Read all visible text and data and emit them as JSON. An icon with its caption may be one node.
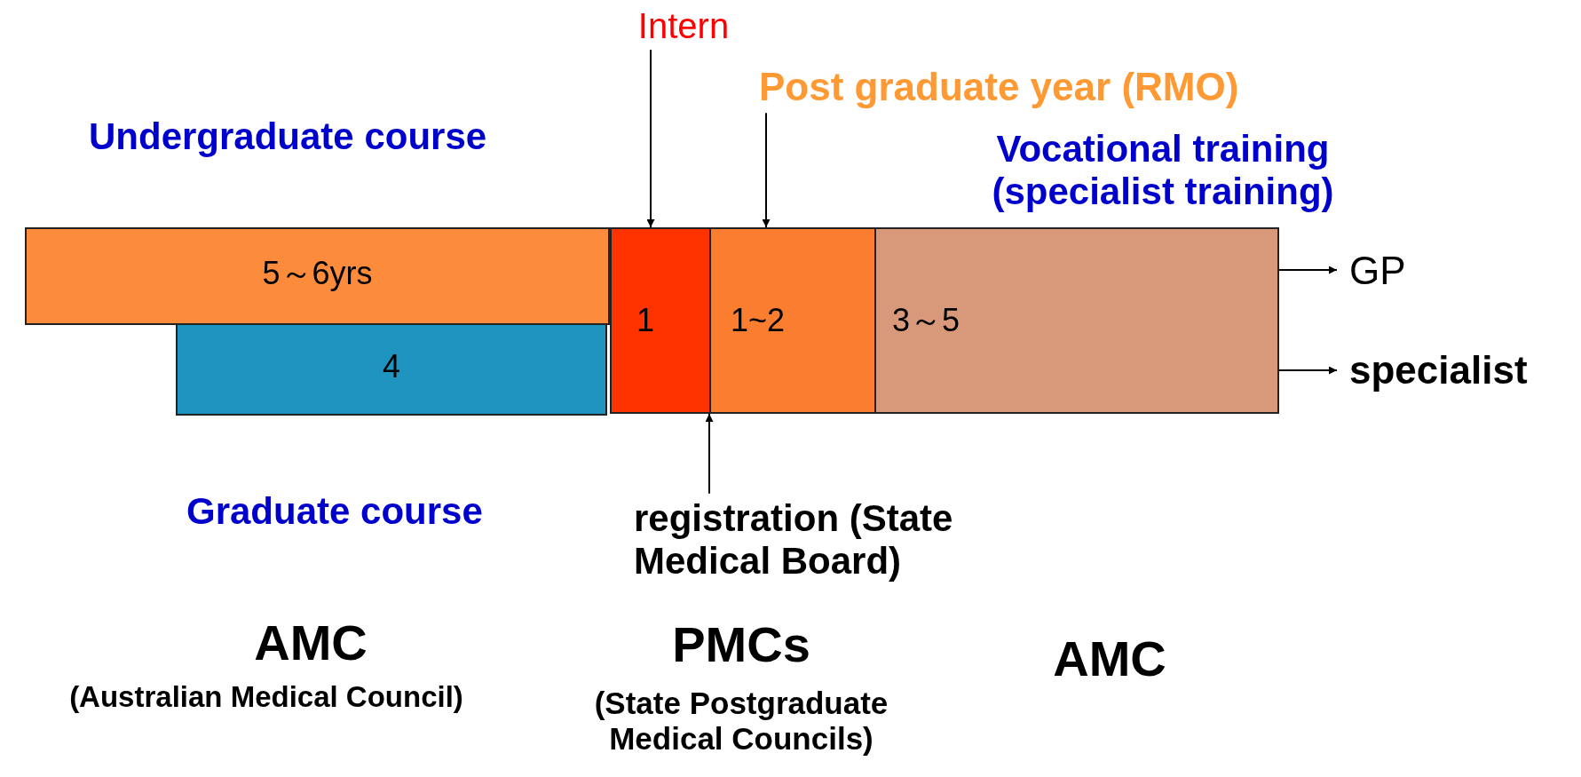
{
  "diagram": {
    "nodes": [
      {
        "text": [
          "5～6yrs"
        ]
      },
      {
        "text": [
          "4"
        ]
      },
      {
        "text": [
          "Intern"
        ]
      },
      {
        "text": [
          "1"
        ]
      },
      {
        "text": [
          "Post graduate year (RMO)"
        ]
      },
      {
        "text": [
          "1~2"
        ]
      },
      {
        "text": [
          "3～5"
        ]
      },
      {
        "text": [
          "GP"
        ]
      },
      {
        "text": [
          "specialist"
        ]
      },
      {
        "text": [
          "registration (State Medical Board)"
        ]
      }
    ],
    "edges": [
      {
        "from": 2,
        "to": 3,
        "arrow": "to"
      },
      {
        "from": 4,
        "to": 5,
        "arrow": "to"
      },
      {
        "from": 6,
        "to": 7,
        "arrow": "to"
      },
      {
        "from": 6,
        "to": 8,
        "arrow": "to"
      },
      {
        "from": 9,
        "to": 3,
        "arrow": "to"
      }
    ],
    "labels": [
      "Undergraduate course",
      "Vocational training (specialist training)",
      "Graduate course",
      "AMC",
      "(Australian Medical Council)",
      "PMCs",
      "(State Postgraduate Medical Councils)",
      "AMC"
    ]
  }
}
